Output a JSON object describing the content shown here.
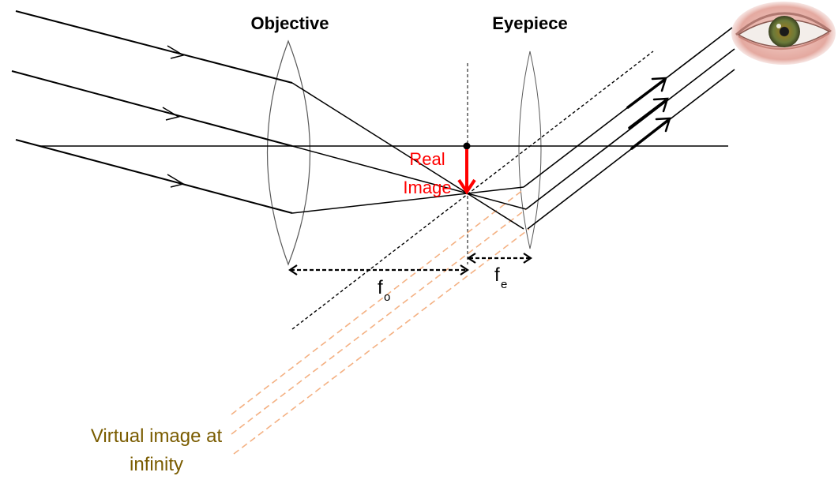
{
  "labels": {
    "objective": "Objective",
    "eyepiece": "Eyepiece",
    "real_image_line1": "Real",
    "real_image_line2": "Image",
    "f_objective_main": "f",
    "f_objective_sub": "o",
    "f_eyepiece_main": "f",
    "f_eyepiece_sub": "e",
    "virtual_line1": "Virtual image at",
    "virtual_line2": "infinity"
  },
  "colors": {
    "ray": "#000000",
    "real_image": "#ff0000",
    "virtual_text": "#7a5c00",
    "virtual_rays": "#f4b183",
    "lens_outline": "#595959",
    "iris": "#6b7a3a",
    "skin": "#e8b8b0"
  },
  "icons": {
    "eye": "eye-icon"
  }
}
